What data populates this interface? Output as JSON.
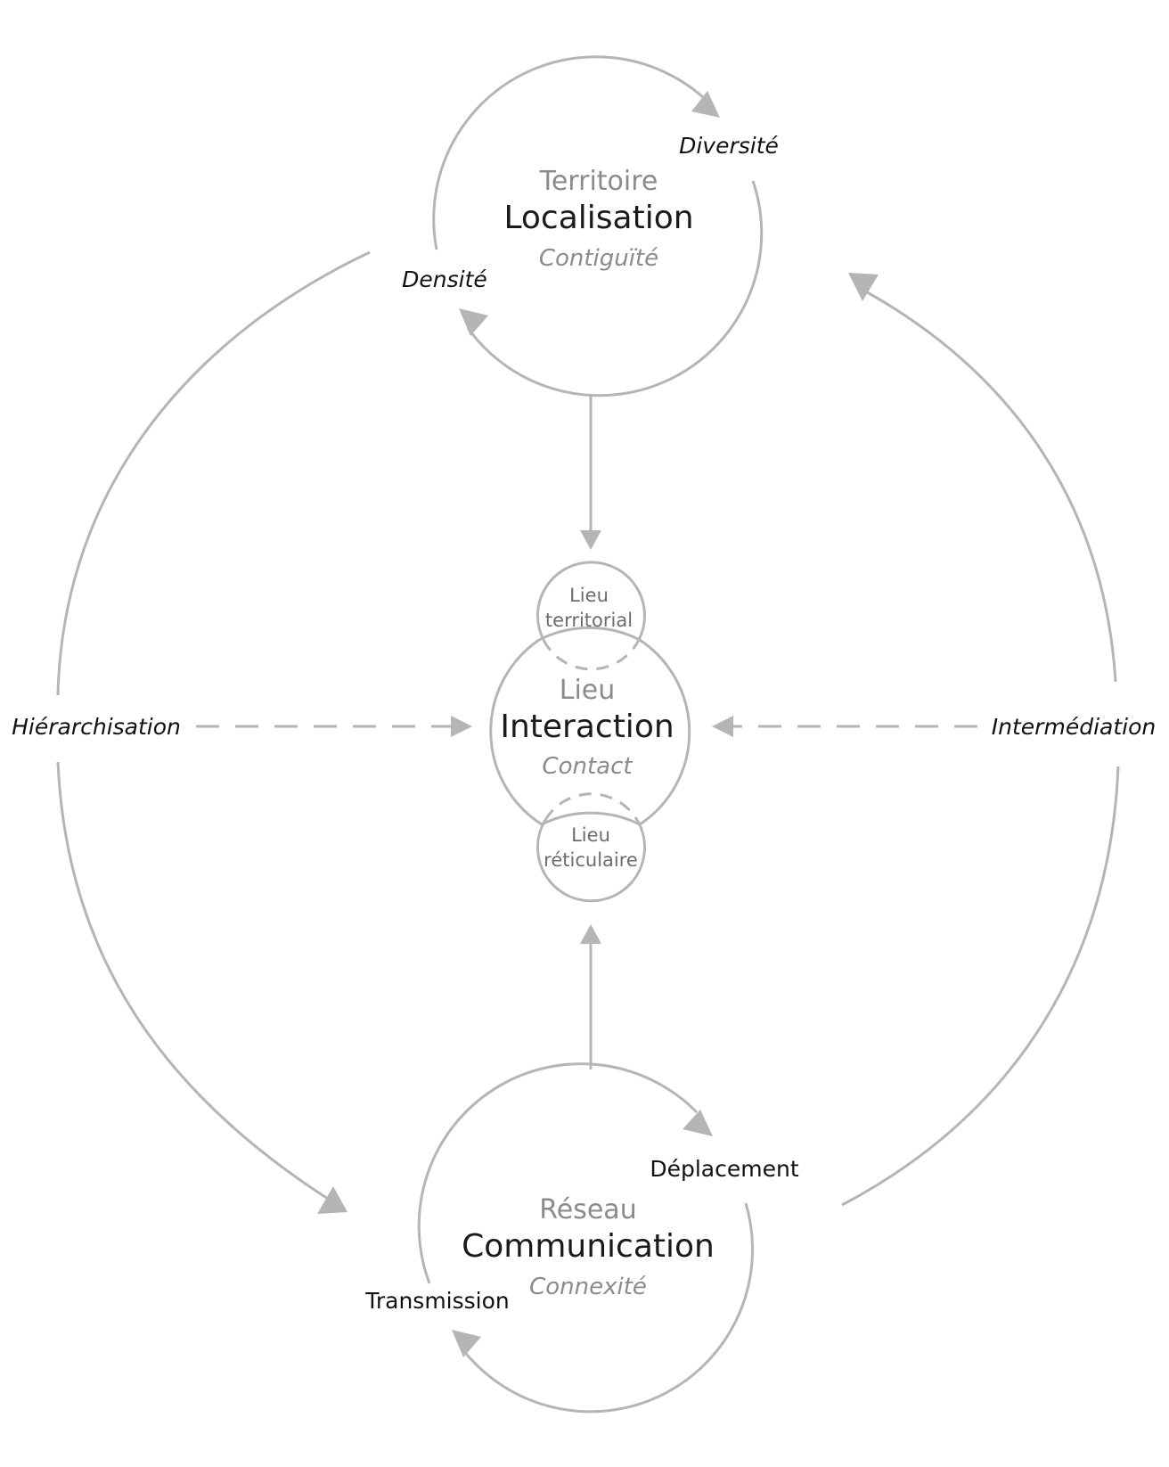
{
  "territoire": {
    "title": "Territoire",
    "main": "Localisation",
    "sub": "Contiguïté",
    "label_right": "Diversité",
    "label_left": "Densité"
  },
  "lieu": {
    "title": "Lieu",
    "main": "Interaction",
    "sub": "Contact",
    "top_line1": "Lieu",
    "top_line2": "territorial",
    "bottom_line1": "Lieu",
    "bottom_line2": "réticulaire"
  },
  "reseau": {
    "title": "Réseau",
    "main": "Communication",
    "sub": "Connexité",
    "label_right": "Déplacement",
    "label_left": "Transmission"
  },
  "left_label": "Hiérarchisation",
  "right_label": "Intermédiation",
  "colors": {
    "line": "#b4b5b7",
    "text_dark": "#111111",
    "text_grey": "#8a8b8d"
  }
}
